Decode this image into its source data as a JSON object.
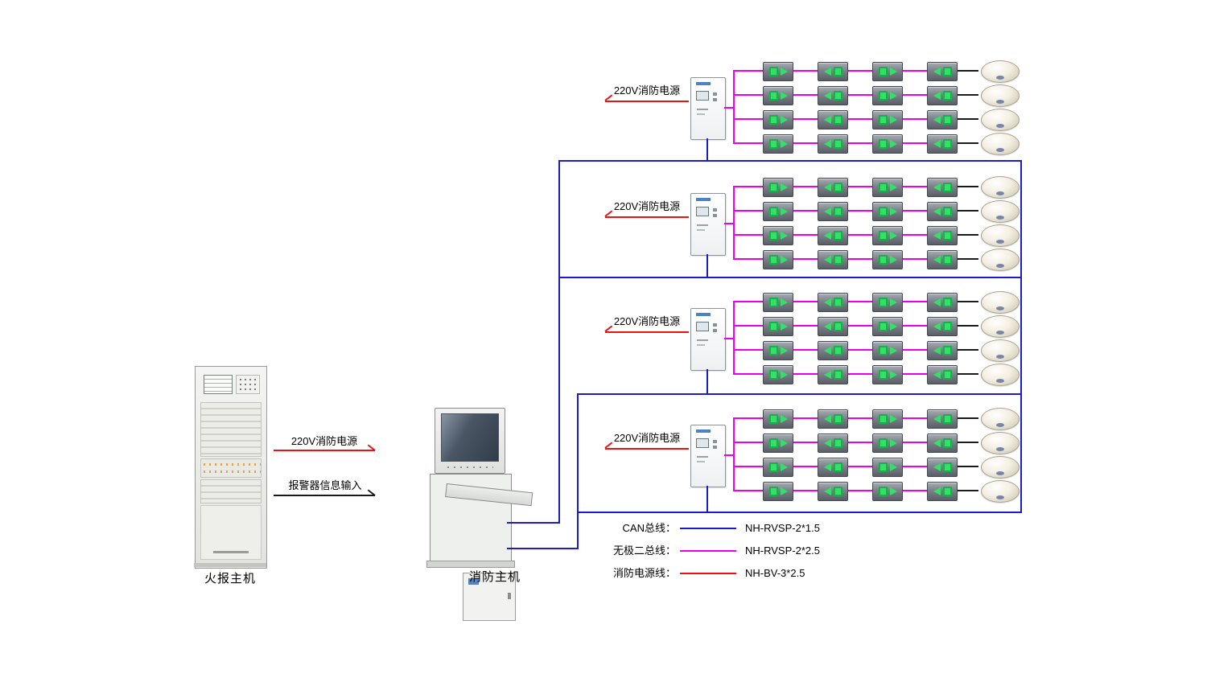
{
  "devices": {
    "fire_alarm_host": {
      "label": "火报主机"
    },
    "fire_console": {
      "label": "消防主机"
    }
  },
  "flows": [
    {
      "label": "220V消防电源",
      "color": "#ee1111"
    },
    {
      "label": "报警器信息输入",
      "color": "#1a1a1a"
    }
  ],
  "groups": [
    {
      "power_label": "220V消防电源",
      "rows": 4,
      "signs_per_row": 4,
      "lamps_per_row": 1
    },
    {
      "power_label": "220V消防电源",
      "rows": 4,
      "signs_per_row": 4,
      "lamps_per_row": 1
    },
    {
      "power_label": "220V消防电源",
      "rows": 4,
      "signs_per_row": 4,
      "lamps_per_row": 1
    },
    {
      "power_label": "220V消防电源",
      "rows": 4,
      "signs_per_row": 4,
      "lamps_per_row": 1
    }
  ],
  "legend": [
    {
      "name": "CAN总线：",
      "spec": "NH-RVSP-2*1.5",
      "color": "#1c1ccd"
    },
    {
      "name": "无极二总线：",
      "spec": "NH-RVSP-2*2.5",
      "color": "#ee00ee"
    },
    {
      "name": "消防电源线：",
      "spec": "NH-BV-3*2.5",
      "color": "#ee1111"
    }
  ],
  "colors": {
    "can_bus": "#1c1ccd",
    "signal_bus": "#ee00ee",
    "power_line": "#ee1111",
    "sign_green": "#35e06a"
  }
}
